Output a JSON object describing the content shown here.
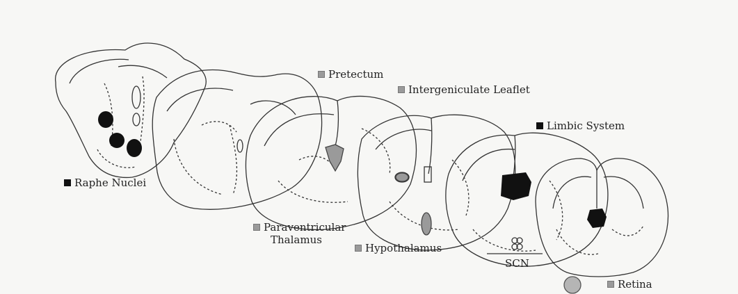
{
  "diagram": {
    "colors": {
      "black": "#111111",
      "gray": "#9a9a9a",
      "line": "#333333",
      "dashed": "#555555"
    },
    "labels": {
      "raphe": "Raphe Nuclei",
      "pretectum": "Pretectum",
      "igl": "Intergeniculate Leaflet",
      "limbic": "Limbic System",
      "pvt_line1": "Paraventricular",
      "pvt_line2": "Thalamus",
      "hypothalamus": "Hypothalamus",
      "scn": "SCN",
      "retina": "Retina"
    }
  }
}
